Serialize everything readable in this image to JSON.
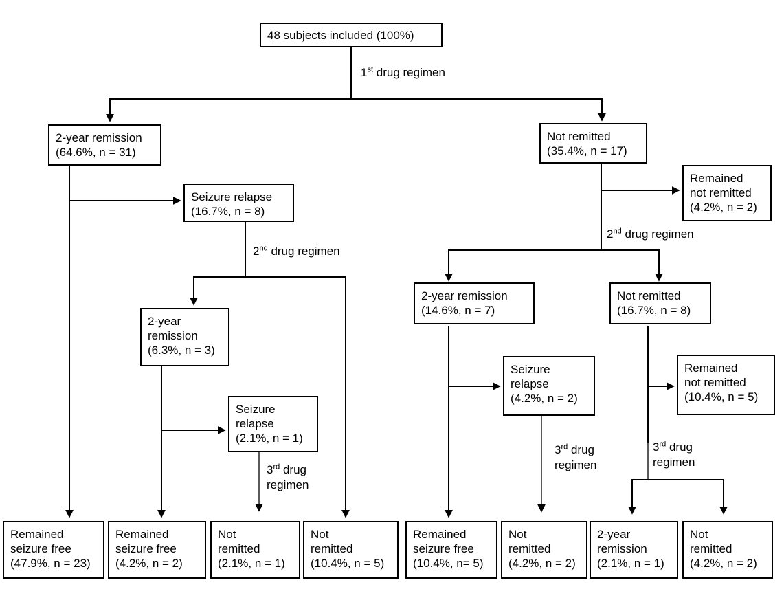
{
  "diagram": {
    "type": "flowchart",
    "title_implicit": "Seizure remission outcomes by drug regimen",
    "colors": {
      "line": "#000000",
      "box_border": "#000000",
      "background": "#ffffff",
      "text": "#000000"
    },
    "boxes": {
      "root": {
        "line1": "48 subjects included (100%)"
      },
      "rem646": {
        "line1": "2-year remission",
        "line2": "(64.6%, n = 31)"
      },
      "nr354": {
        "line1": "Not remitted",
        "line2": "(35.4%, n = 17)"
      },
      "sr167": {
        "line1": "Seizure relapse",
        "line2": "(16.7%, n = 8)"
      },
      "rnr42": {
        "line1": "Remained",
        "line2": "not remitted",
        "line3": "(4.2%, n = 2)"
      },
      "rem63": {
        "line1": "2-year",
        "line2": "remission",
        "line3": "(6.3%, n = 3)"
      },
      "sr21": {
        "line1": "Seizure",
        "line2": "relapse",
        "line3": "(2.1%, n = 1)"
      },
      "rem146": {
        "line1": "2-year remission",
        "line2": "(14.6%, n = 7)"
      },
      "nr167": {
        "line1": "Not remitted",
        "line2": "(16.7%, n = 8)"
      },
      "sr42": {
        "line1": "Seizure",
        "line2": "relapse",
        "line3": "(4.2%, n = 2)"
      },
      "rnr104": {
        "line1": "Remained",
        "line2": "not remitted",
        "line3": "(10.4%, n = 5)"
      },
      "bottom1": {
        "line1": "Remained",
        "line2": "seizure free",
        "line3": "(47.9%, n = 23)"
      },
      "bottom2": {
        "line1": "Remained",
        "line2": "seizure free",
        "line3": "(4.2%, n = 2)"
      },
      "bottom3": {
        "line1": "Not",
        "line2": "remitted",
        "line3": "(2.1%, n = 1)"
      },
      "bottom4": {
        "line1": "Not",
        "line2": "remitted",
        "line3": "(10.4%, n = 5)"
      },
      "bottom5": {
        "line1": "Remained",
        "line2": "seizure free",
        "line3": "(10.4%, n= 5)"
      },
      "bottom6": {
        "line1": "Not",
        "line2": "remitted",
        "line3": "(4.2%, n = 2)"
      },
      "bottom7": {
        "line1": "2-year",
        "line2": "remission",
        "line3": "(2.1%, n = 1)"
      },
      "bottom8": {
        "line1": "Not",
        "line2": "remitted",
        "line3": "(4.2%, n = 2)"
      }
    },
    "edge_labels": {
      "regimen1": {
        "num": "1",
        "sup": "st",
        "tail": " drug regimen"
      },
      "regimen2a": {
        "num": "2",
        "sup": "nd",
        "tail": " drug regimen"
      },
      "regimen2b": {
        "num": "2",
        "sup": "nd",
        "tail": " drug regimen"
      },
      "regimen3a": {
        "num": "3",
        "sup": "rd",
        "tail": " drug",
        "tail2": "regimen"
      },
      "regimen3b": {
        "num": "3",
        "sup": "rd",
        "tail": " drug",
        "tail2": "regimen"
      },
      "regimen3c": {
        "num": "3",
        "sup": "rd",
        "tail": " drug",
        "tail2": "regimen"
      }
    }
  }
}
